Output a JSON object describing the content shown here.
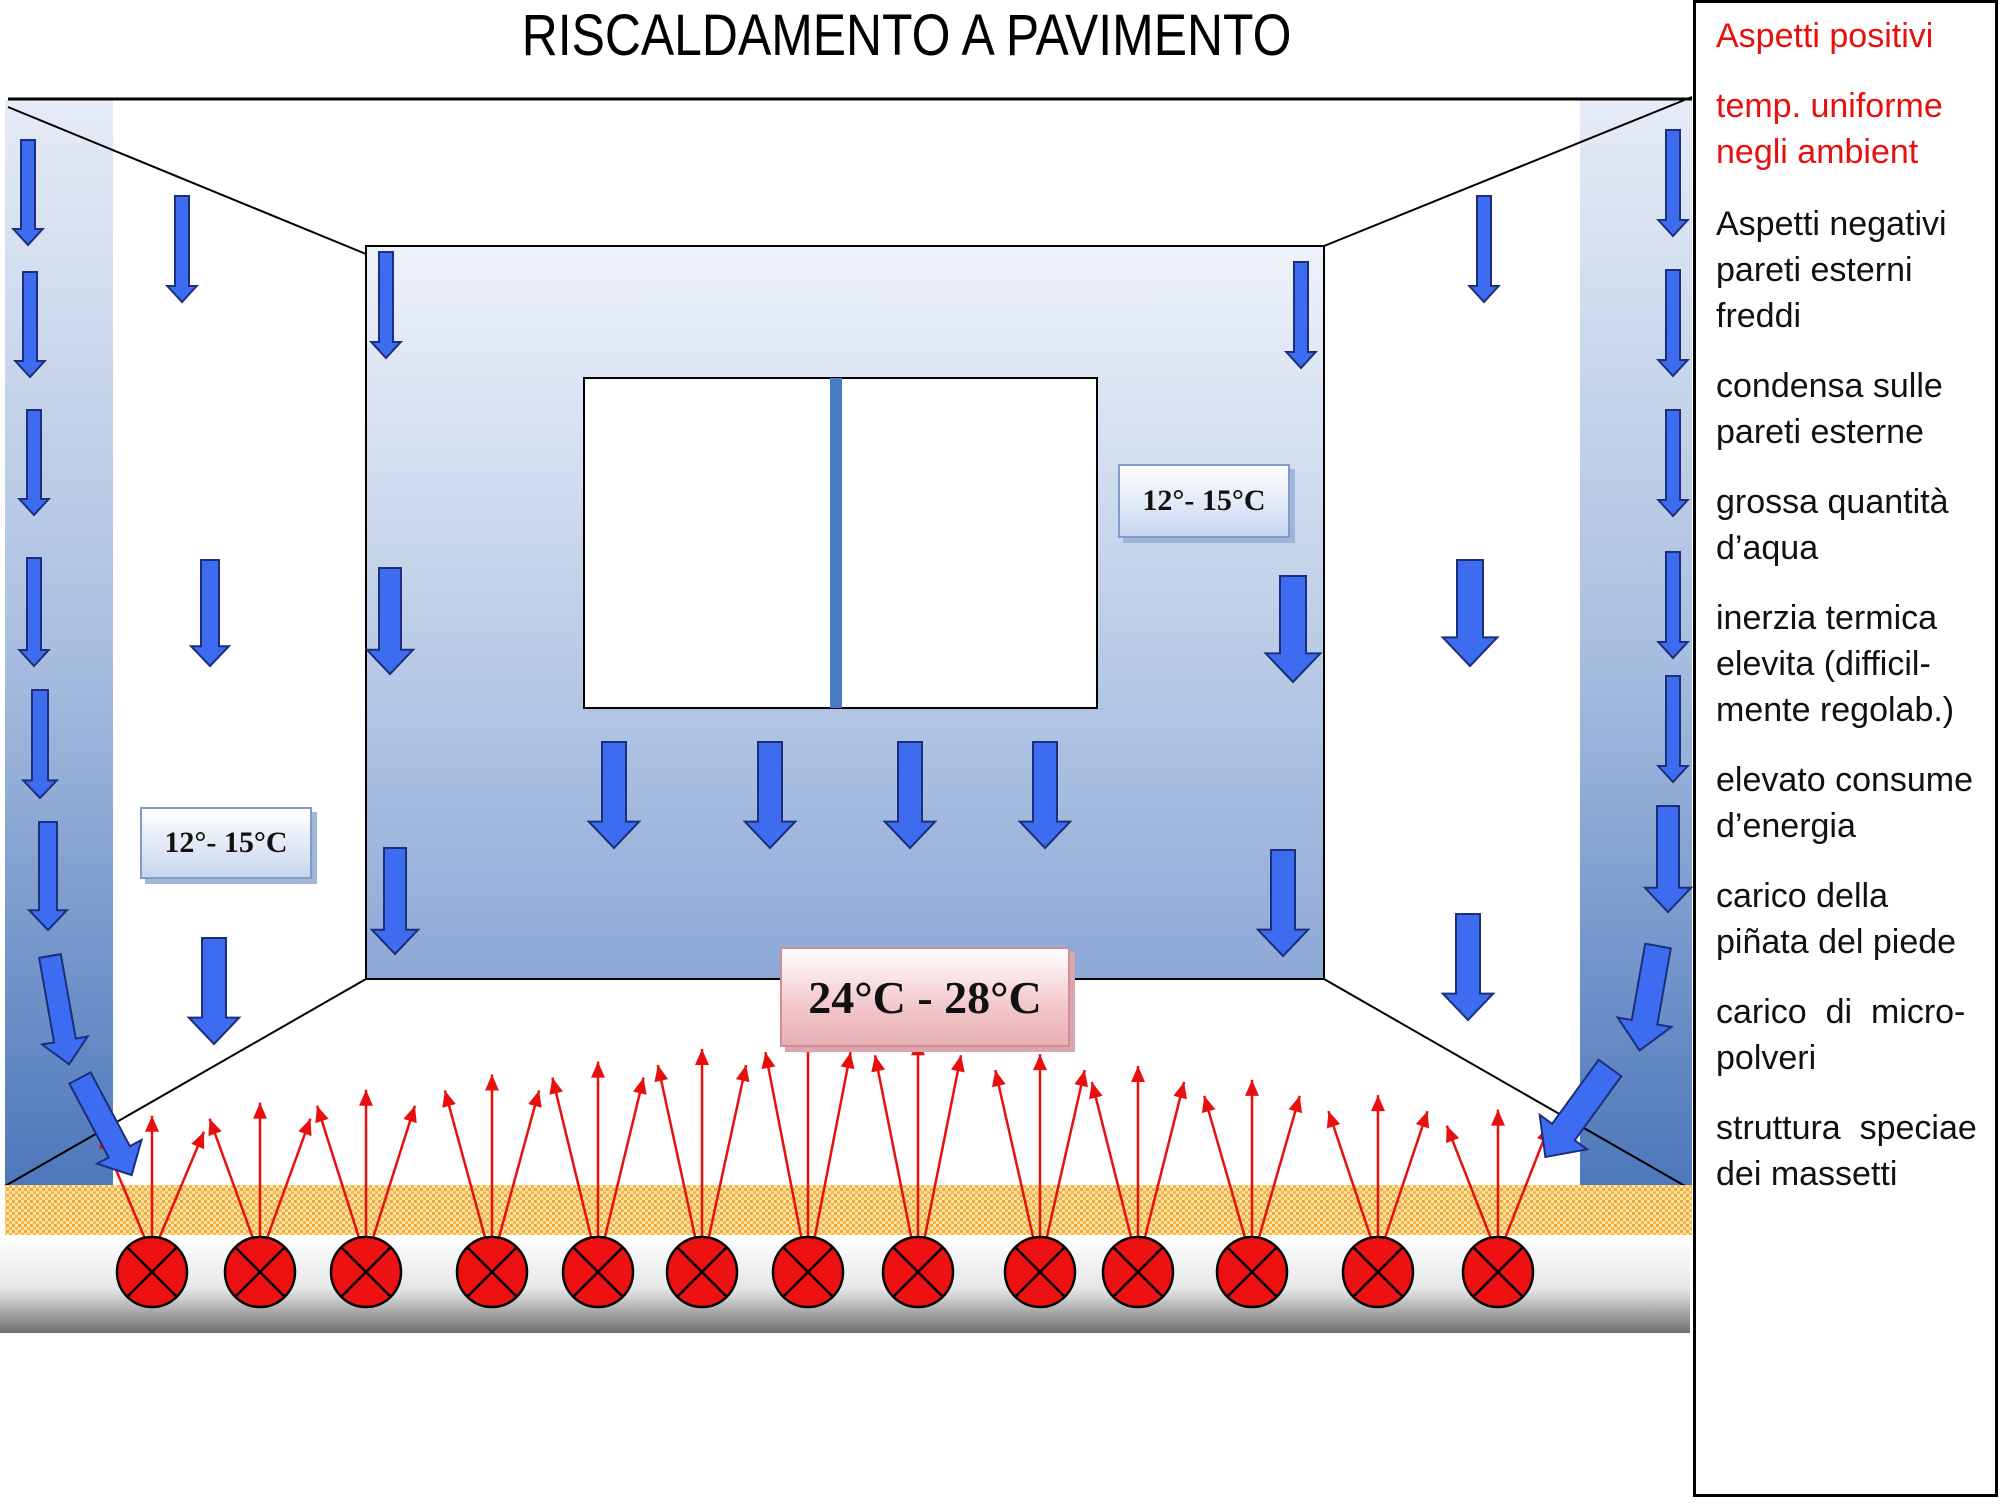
{
  "title": "RISCALDAMENTO A PAVIMENTO",
  "temperatures": {
    "wall_right": "12°- 15°C",
    "wall_left": "12°- 15°C",
    "floor": "24°C - 28°C"
  },
  "sidebar": {
    "positive_heading": "Aspetti positivi",
    "positive_item": [
      "temp. uniforme",
      "negli ambient"
    ],
    "negative_heading": "Aspetti negativi",
    "items": [
      [
        "pareti esterni",
        "freddi"
      ],
      [
        "condensa sulle",
        "pareti esterne"
      ],
      [
        "grossa quantità",
        "d’aqua"
      ],
      [
        "inerzia termica",
        "elevita (difficil-",
        "mente regolab.)"
      ],
      [
        "elevato consume",
        "d’energia"
      ],
      [
        "carico della",
        "piñata del piede"
      ],
      [
        "carico  di  micro-",
        "polveri"
      ],
      [
        "struttura  speciae",
        "dei massetti"
      ]
    ]
  },
  "colors": {
    "down_arrow": "#3d6cf0",
    "heat_arrow": "#e8100e",
    "heating_pipe": "#ee1111",
    "wall_gradient_top": "#eef2fa",
    "wall_gradient_bottom": "#3f6ab2",
    "screed": "#f2b33d"
  },
  "icons": {
    "cold_air_arrow": "down-arrow-icon",
    "heat_radiation_arrow": "up-arrow-icon",
    "heating_pipe": "pipe-cross-section-icon"
  }
}
